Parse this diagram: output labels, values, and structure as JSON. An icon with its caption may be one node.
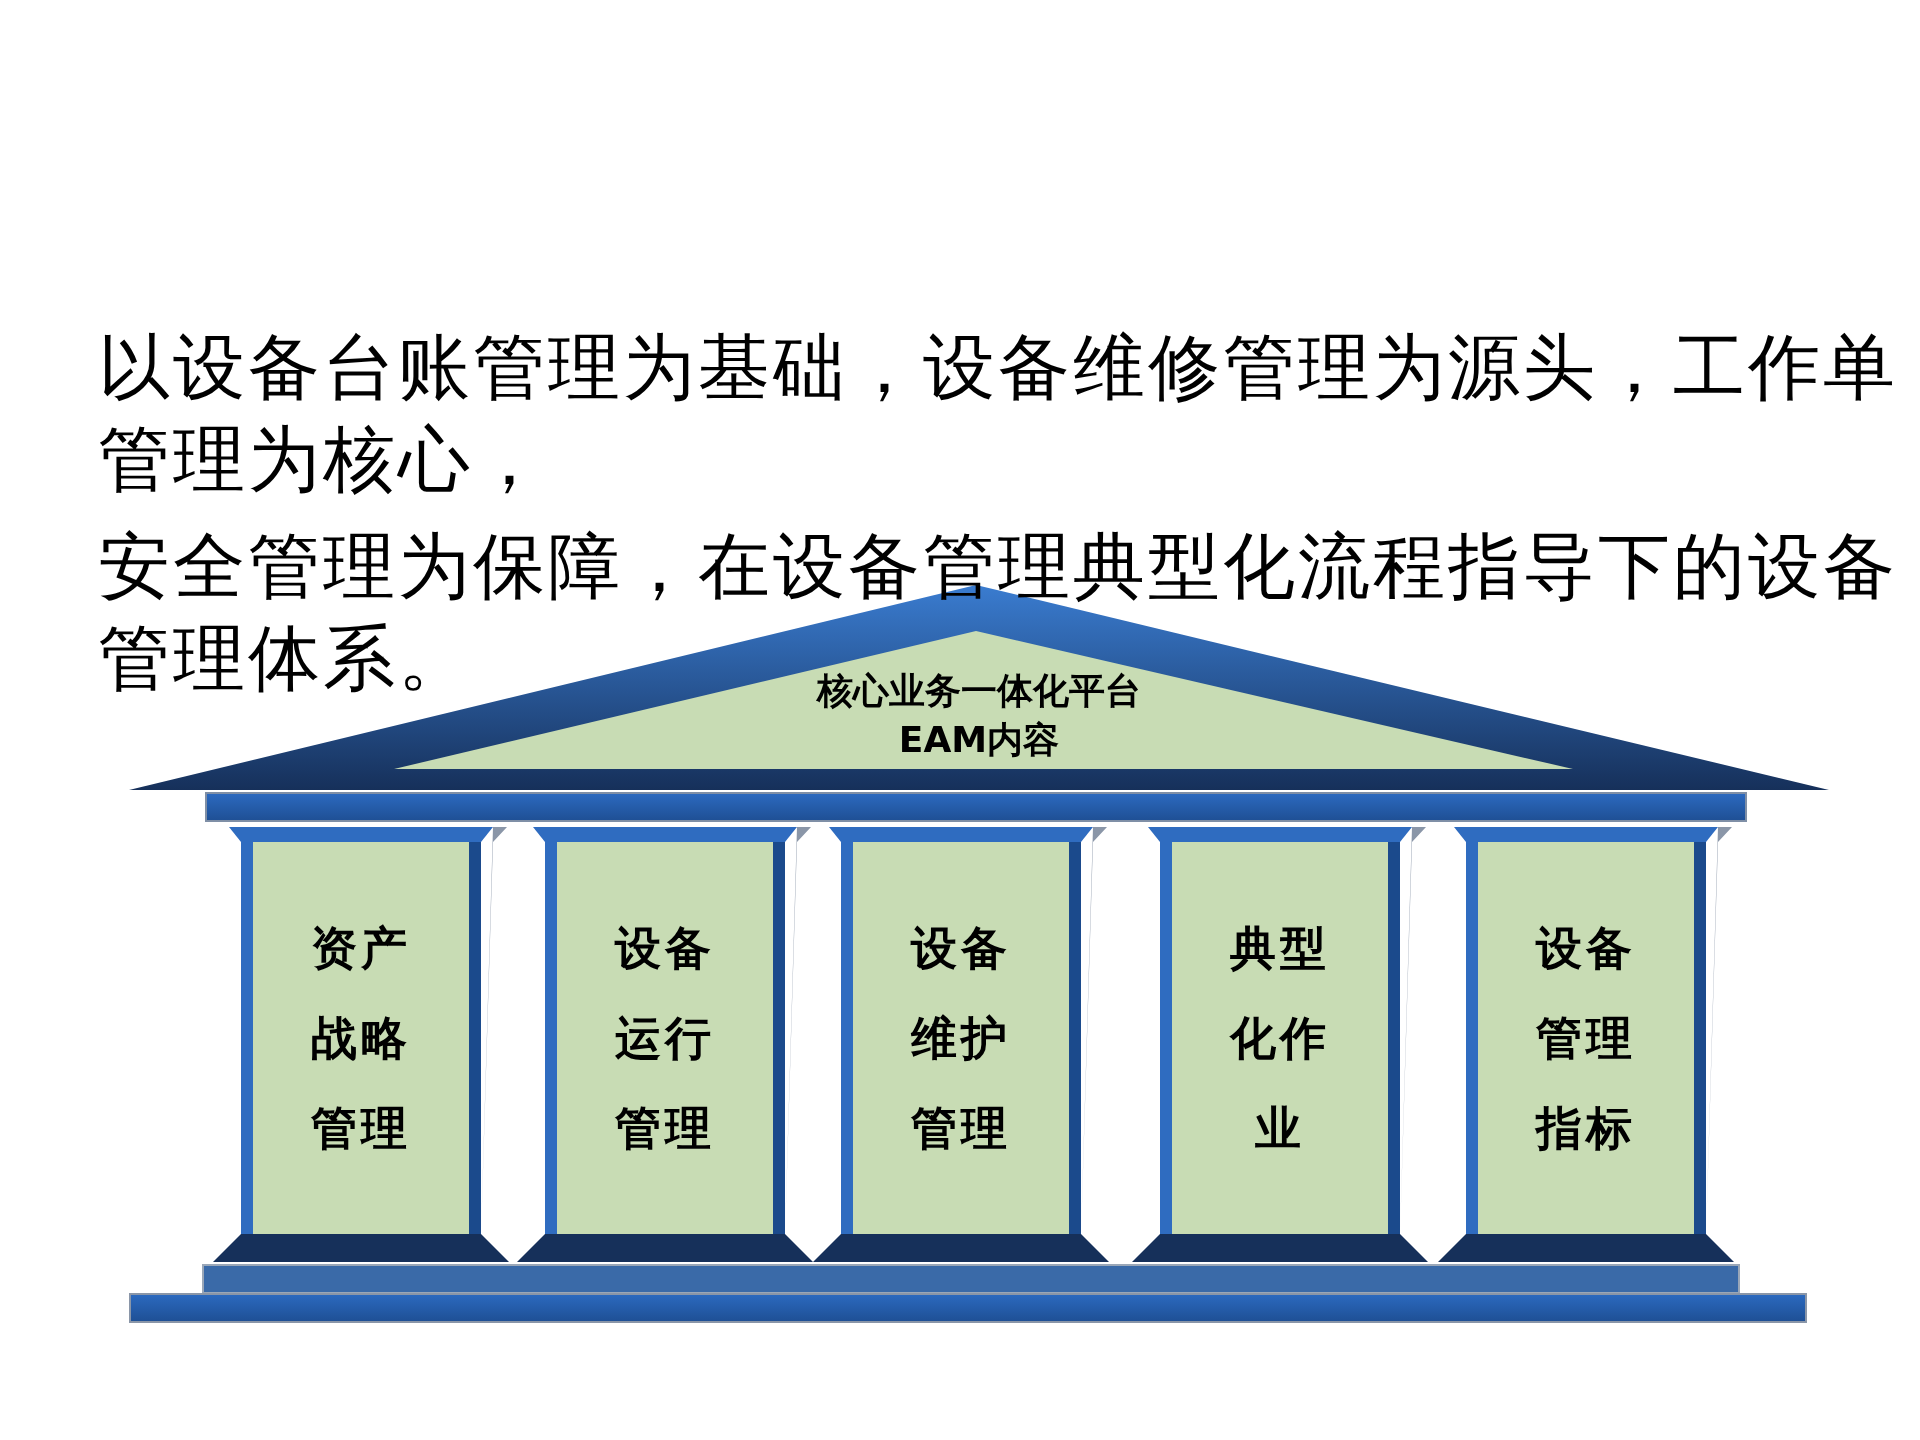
{
  "diagram": {
    "nodes": [
      {
        "text": [
          "核心业务一体化平台",
          "EAM内容"
        ]
      },
      {
        "text": [
          "资产战略管理"
        ]
      },
      {
        "text": [
          "设备运行管理"
        ]
      },
      {
        "text": [
          "设备维护管理"
        ]
      },
      {
        "text": [
          "典型化作业"
        ]
      },
      {
        "text": [
          "设备管理指标"
        ]
      }
    ],
    "edges": [],
    "labels": [
      "以设备台账管理为基础，设备维修管理为源头，工作单管理为核心，",
      "安全管理为保障，在设备管理典型化流程指导下的设备管理体系。"
    ]
  }
}
